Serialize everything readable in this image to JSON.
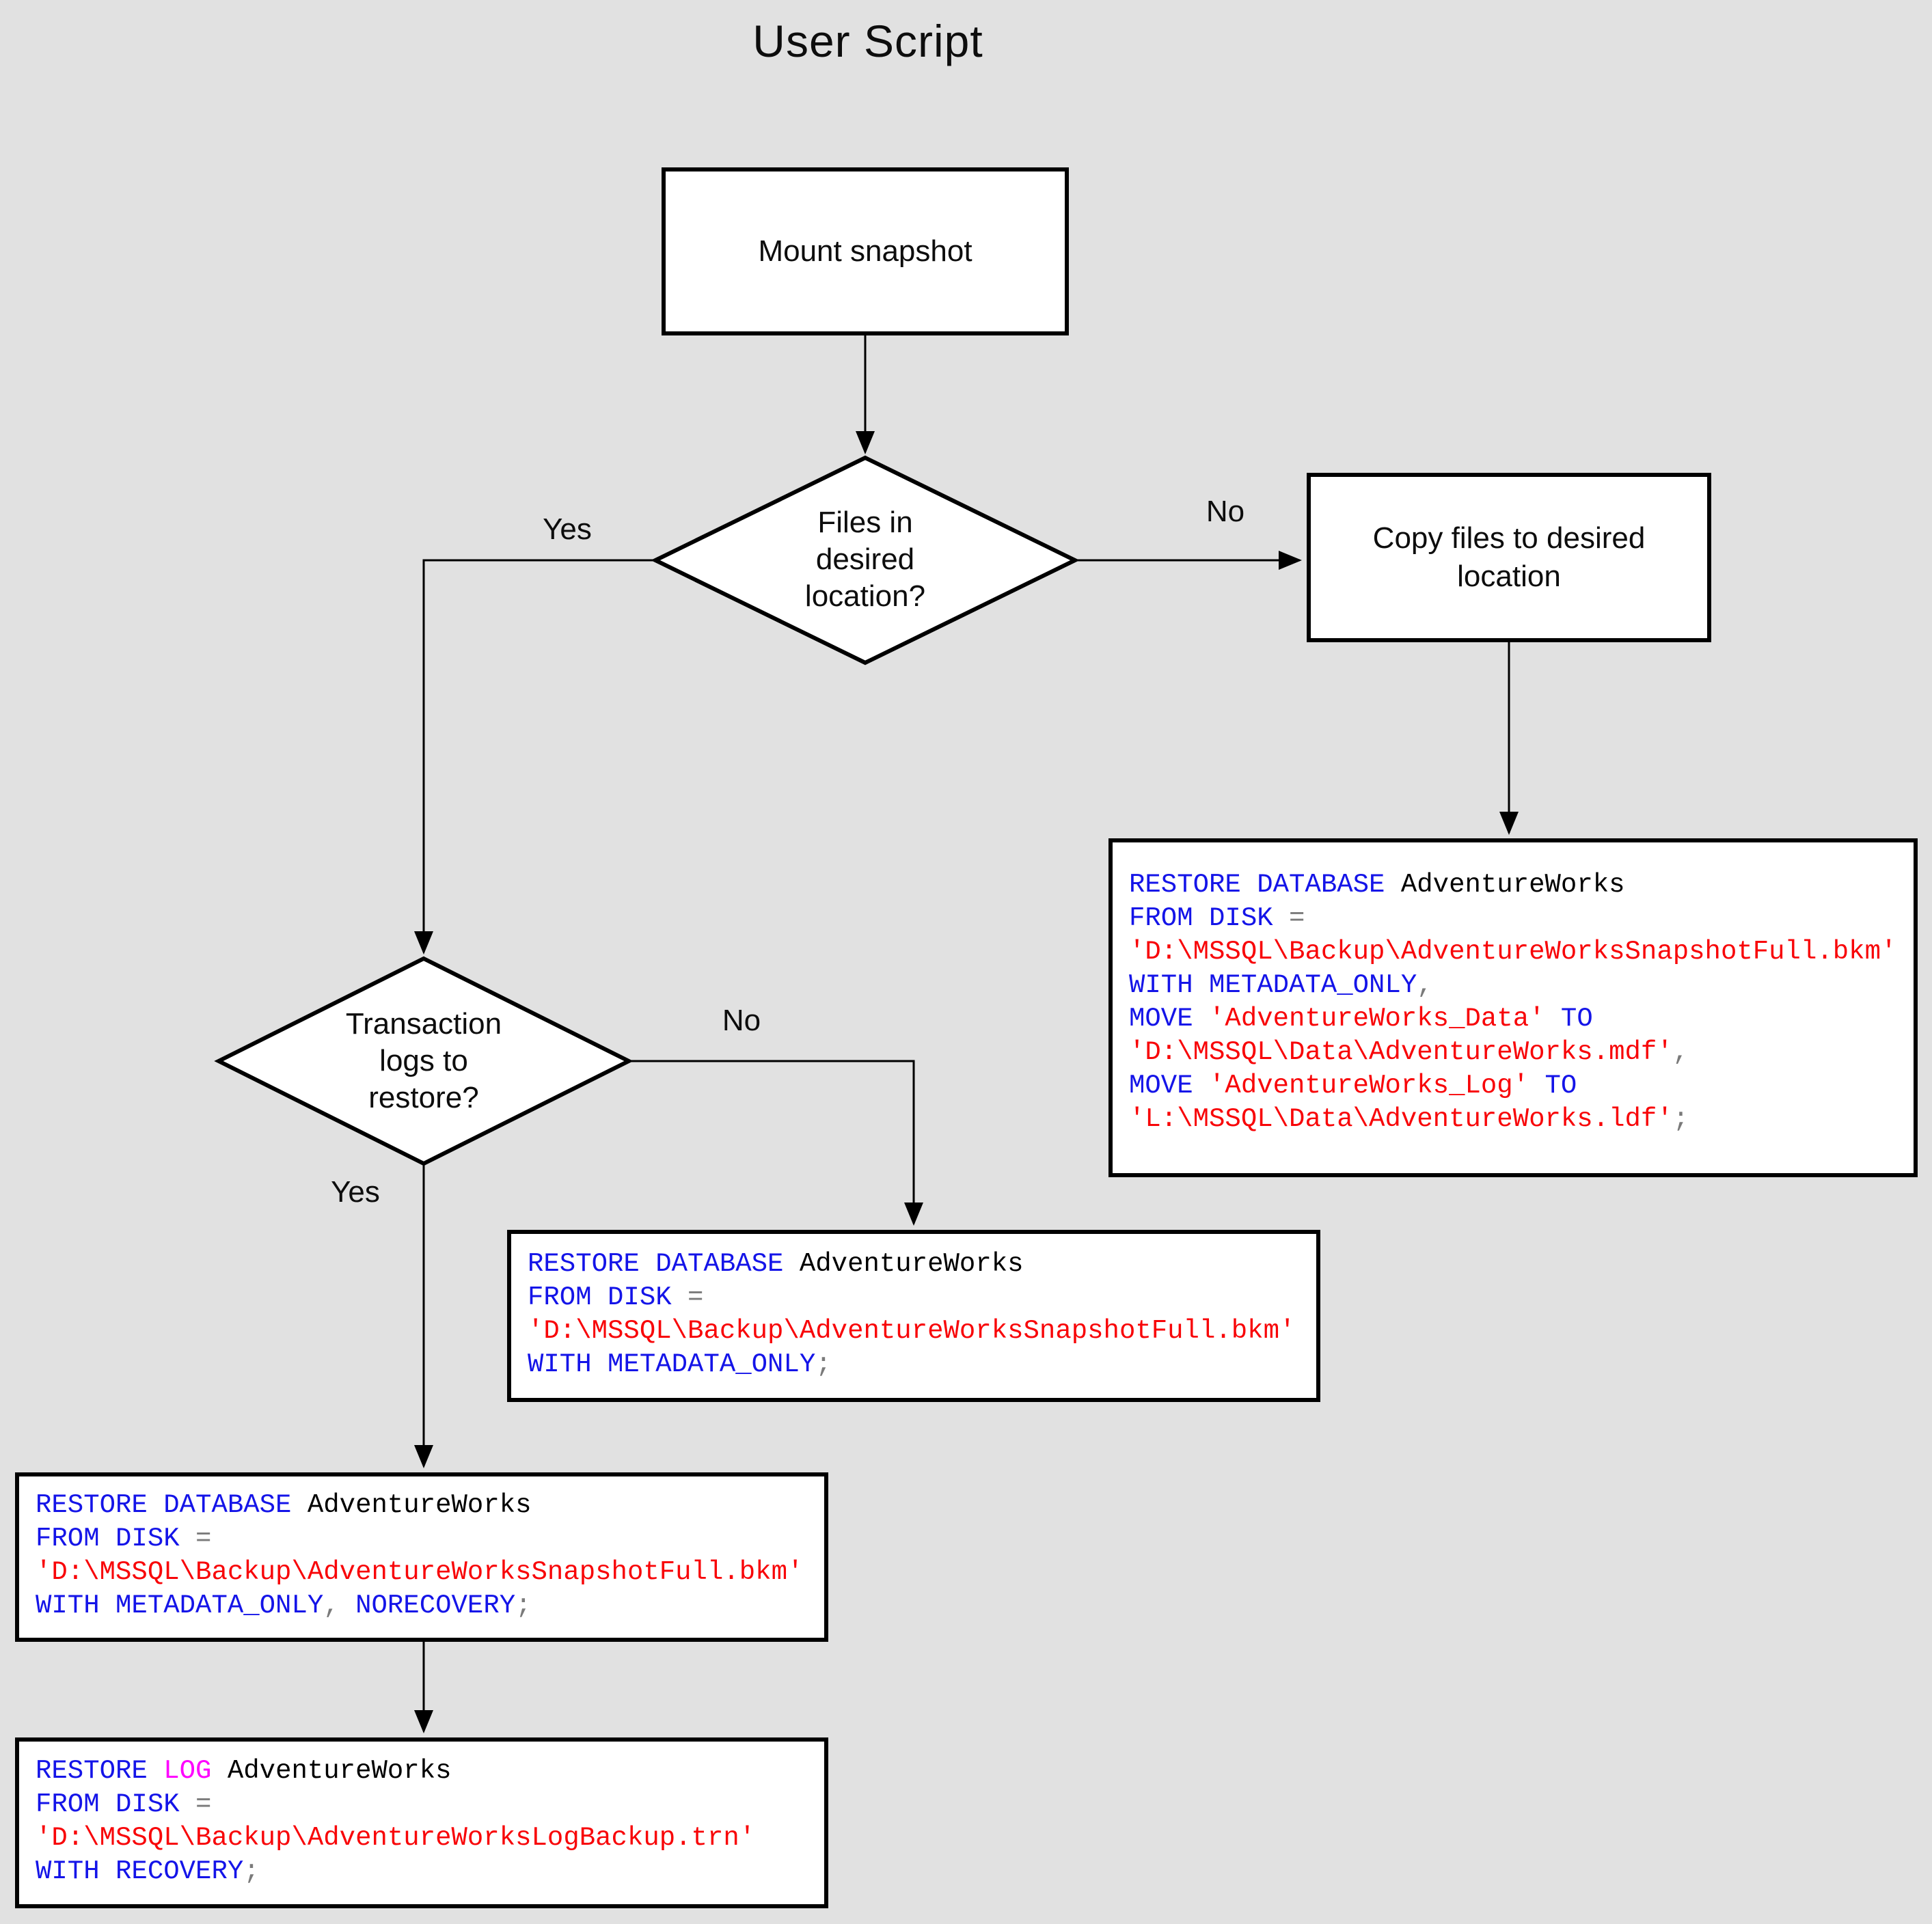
{
  "title": "User Script",
  "colors": {
    "background": "#E1E1E1",
    "node_fill": "#FFFFFF",
    "node_border": "#000000",
    "connector": "#000000"
  },
  "syntax_colors": {
    "keyword": "#1414E8",
    "string": "#F80508",
    "operator": "#7A7A7A",
    "identifier": "#000000",
    "log_keyword": "#FF00FF"
  },
  "nodes": {
    "mount_snapshot": {
      "label": "Mount snapshot"
    },
    "files_decision": {
      "label": "Files in desired location?"
    },
    "copy_files": {
      "label": "Copy files to desired location"
    },
    "logs_decision": {
      "label": "Transaction logs to restore?"
    }
  },
  "edge_labels": {
    "files_yes": "Yes",
    "files_no": "No",
    "logs_yes": "Yes",
    "logs_no": "No"
  },
  "code_boxes": {
    "restore_move": {
      "lines": [
        [
          {
            "t": "RESTORE DATABASE",
            "c": "keyword"
          },
          {
            "t": " AdventureWorks",
            "c": "identifier"
          }
        ],
        [
          {
            "t": "FROM DISK",
            "c": "keyword"
          },
          {
            "t": " =",
            "c": "operator"
          }
        ],
        [
          {
            "t": "'D:\\MSSQL\\Backup\\AdventureWorksSnapshotFull.bkm'",
            "c": "string"
          }
        ],
        [
          {
            "t": "WITH METADATA_ONLY",
            "c": "keyword"
          },
          {
            "t": ",",
            "c": "operator"
          }
        ],
        [
          {
            "t": "MOVE",
            "c": "keyword"
          },
          {
            "t": " 'AdventureWorks_Data'",
            "c": "string"
          },
          {
            "t": " TO",
            "c": "keyword"
          }
        ],
        [
          {
            "t": "'D:\\MSSQL\\Data\\AdventureWorks.mdf'",
            "c": "string"
          },
          {
            "t": ",",
            "c": "operator"
          }
        ],
        [
          {
            "t": "MOVE",
            "c": "keyword"
          },
          {
            "t": " 'AdventureWorks_Log'",
            "c": "string"
          },
          {
            "t": " TO",
            "c": "keyword"
          }
        ],
        [
          {
            "t": "'L:\\MSSQL\\Data\\AdventureWorks.ldf'",
            "c": "string"
          },
          {
            "t": ";",
            "c": "operator"
          }
        ]
      ]
    },
    "restore_metadata_only": {
      "lines": [
        [
          {
            "t": "RESTORE DATABASE",
            "c": "keyword"
          },
          {
            "t": " AdventureWorks",
            "c": "identifier"
          }
        ],
        [
          {
            "t": "FROM DISK",
            "c": "keyword"
          },
          {
            "t": " =",
            "c": "operator"
          }
        ],
        [
          {
            "t": "'D:\\MSSQL\\Backup\\AdventureWorksSnapshotFull.bkm'",
            "c": "string"
          }
        ],
        [
          {
            "t": "WITH METADATA_ONLY",
            "c": "keyword"
          },
          {
            "t": ";",
            "c": "operator"
          }
        ]
      ]
    },
    "restore_norecovery": {
      "lines": [
        [
          {
            "t": "RESTORE DATABASE",
            "c": "keyword"
          },
          {
            "t": " AdventureWorks",
            "c": "identifier"
          }
        ],
        [
          {
            "t": "FROM DISK",
            "c": "keyword"
          },
          {
            "t": " =",
            "c": "operator"
          }
        ],
        [
          {
            "t": "'D:\\MSSQL\\Backup\\AdventureWorksSnapshotFull.bkm'",
            "c": "string"
          }
        ],
        [
          {
            "t": "WITH METADATA_ONLY",
            "c": "keyword"
          },
          {
            "t": ",",
            "c": "operator"
          },
          {
            "t": " NORECOVERY",
            "c": "keyword"
          },
          {
            "t": ";",
            "c": "operator"
          }
        ]
      ]
    },
    "restore_log": {
      "lines": [
        [
          {
            "t": "RESTORE",
            "c": "keyword"
          },
          {
            "t": " LOG",
            "c": "log_keyword"
          },
          {
            "t": " AdventureWorks",
            "c": "identifier"
          }
        ],
        [
          {
            "t": "FROM DISK",
            "c": "keyword"
          },
          {
            "t": " =",
            "c": "operator"
          }
        ],
        [
          {
            "t": "'D:\\MSSQL\\Backup\\AdventureWorksLogBackup.trn'",
            "c": "string"
          }
        ],
        [
          {
            "t": "WITH RECOVERY",
            "c": "keyword"
          },
          {
            "t": ";",
            "c": "operator"
          }
        ]
      ]
    }
  }
}
